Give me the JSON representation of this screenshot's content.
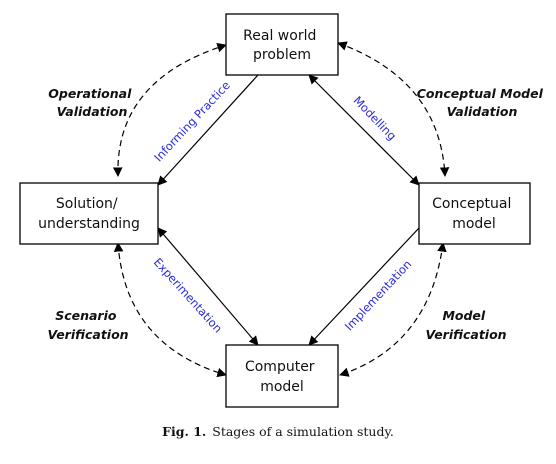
{
  "nodes": {
    "real_world_problem": [
      "Real world",
      "problem"
    ],
    "conceptual_model": [
      "Conceptual",
      "model"
    ],
    "computer_model": [
      "Computer",
      "model"
    ],
    "solution_understanding": [
      "Solution/",
      "understanding"
    ]
  },
  "process_arrows": {
    "modelling": "Modelling",
    "implementation": "Implementation",
    "experimentation": "Experimentation",
    "informing_practice": "Informing Practice"
  },
  "validation_arcs": {
    "conceptual_model_validation": [
      "Conceptual Model",
      "Validation"
    ],
    "model_verification": [
      "Model",
      "Verification"
    ],
    "scenario_verification": [
      "Scenario",
      "Verification"
    ],
    "operational_validation": [
      "Operational",
      "Validation"
    ]
  },
  "caption": {
    "label": "Fig. 1.",
    "text": "Stages of a simulation study."
  },
  "colors": {
    "process_label": "#2a2ae0",
    "lines": "#000000"
  }
}
